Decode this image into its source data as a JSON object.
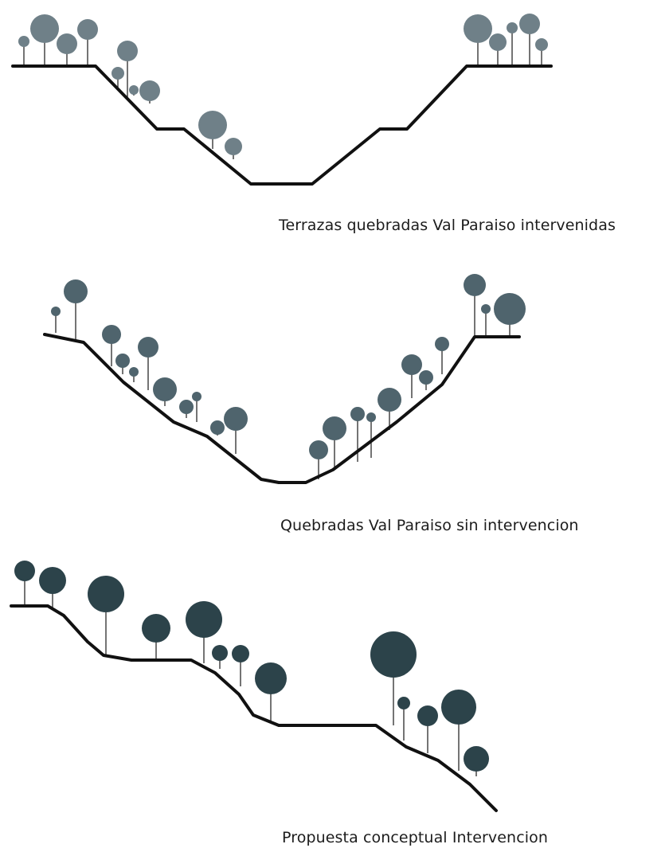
{
  "sections": [
    {
      "id": "terraced",
      "caption": "Terrazas quebradas Val Paraiso intervenidas",
      "tree_color": "#6f8088"
    },
    {
      "id": "natural",
      "caption": "Quebradas Val Paraiso sin intervencion",
      "tree_color": "#4f646d"
    },
    {
      "id": "proposal",
      "caption": "Propuesta conceptual Intervencion",
      "tree_color": "#2c434a"
    }
  ]
}
